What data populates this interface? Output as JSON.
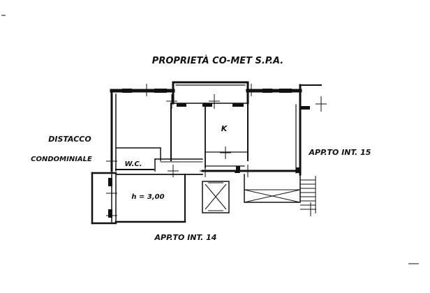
{
  "plan": {
    "title": "PROPRIETÀ CO-MET S.P.A.",
    "labels": {
      "distacco": "DISTACCO",
      "condominiale": "CONDOMINIALE",
      "wc": "W.C.",
      "kitchen": "K",
      "height": "h = 3,00",
      "app15": "APP.TO INT. 15",
      "app14": "APP.TO INT. 14"
    }
  },
  "colors": {
    "ink": "#111111",
    "paper": "#ffffff"
  }
}
